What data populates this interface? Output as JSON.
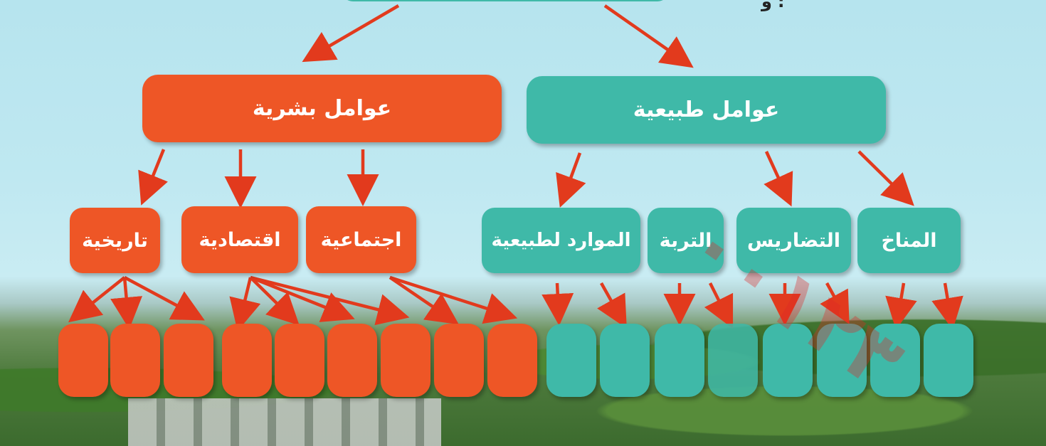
{
  "nodes": {
    "human_factors": "عوامل بشرية",
    "natural_factors": "عوامل طبيعية",
    "historical": "تاريخية",
    "economic": "اقتصادية",
    "social": "اجتماعية",
    "natural_resources": "الموارد لطبيعية",
    "soil": "التربة",
    "terrain": "التضاريس",
    "climate": "المناخ"
  },
  "watermark": "٠٠١٢٣",
  "top_fragment": "؛ و",
  "colors": {
    "human": "#ee5626",
    "natural": "#3fb9a8",
    "arrow": "#e23a1d"
  }
}
